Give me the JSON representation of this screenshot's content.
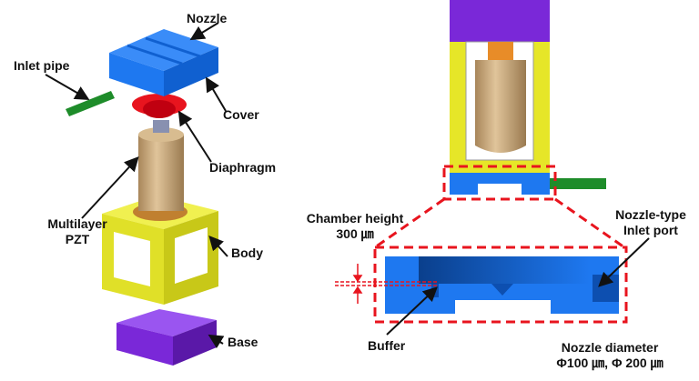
{
  "labels": {
    "nozzle": "Nozzle",
    "inlet_pipe": "Inlet pipe",
    "cover": "Cover",
    "diaphragm": "Diaphragm",
    "pzt_line1": "Multilayer",
    "pzt_line2": "PZT",
    "body": "Body",
    "base": "Base",
    "chamber_height": "Chamber height",
    "chamber_value": "300 ㎛",
    "inlet_port_line1": "Nozzle-type",
    "inlet_port_line2": "Inlet port",
    "buffer": "Buffer",
    "nozzle_diameter": "Nozzle diameter",
    "nozzle_diameter_values": "Φ100 ㎛, Φ 200 ㎛"
  },
  "colors": {
    "blue": "#1e78f0",
    "red": "#e8141e",
    "green": "#1e8c2a",
    "tan": "#c8a878",
    "yellow": "#e6e628",
    "purple": "#7a28d8",
    "orange": "#e88c28"
  }
}
